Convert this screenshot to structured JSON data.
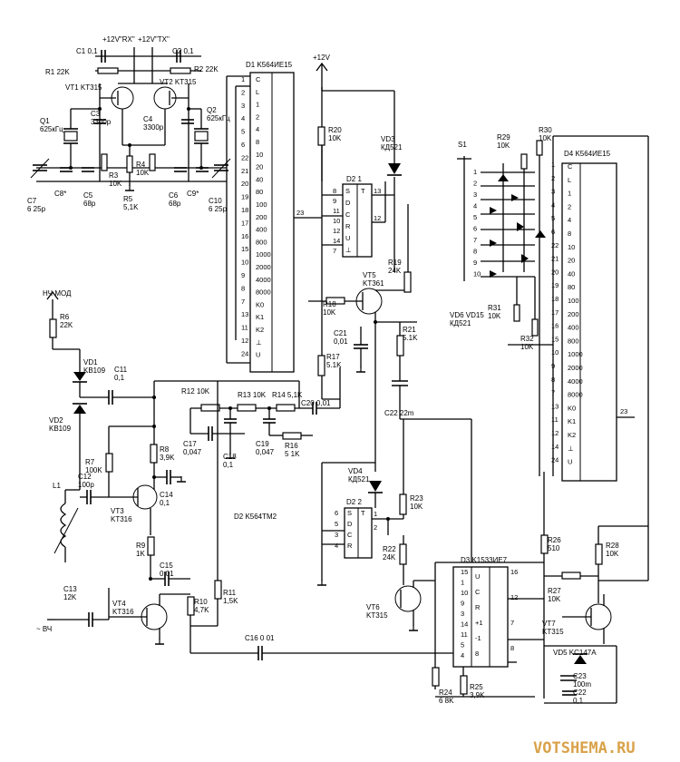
{
  "watermark": "VOTSHEMA.RU",
  "supplies": {
    "rx": "+12V\"RX\"",
    "tx": "+12V\"TX\"",
    "main": "+12V"
  },
  "ports": {
    "nch_mod": "НЧ МОД",
    "vch": "~ ВЧ"
  },
  "ics": {
    "d1": {
      "title": "D1 K564ИЕ15",
      "left_pins": [
        "1",
        "2",
        "3",
        "4",
        "5",
        "6",
        "22",
        "21",
        "20",
        "19",
        "18",
        "17",
        "16",
        "15",
        "10",
        "9",
        "8",
        "7",
        "13",
        "11",
        "12",
        "24"
      ],
      "right_labels": [
        "C",
        "L",
        "1",
        "2",
        "4",
        "8",
        "10",
        "20",
        "40",
        "80",
        "100",
        "200",
        "400",
        "800",
        "1000",
        "2000",
        "4000",
        "8000",
        "K0",
        "K1",
        "K2",
        "⊥",
        "U"
      ],
      "out_pin": "23"
    },
    "d4": {
      "title": "D4 K564ИЕ15",
      "left_pins": [
        "1",
        "2",
        "3",
        "4",
        "5",
        "6",
        "22",
        "21",
        "20",
        "19",
        "18",
        "17",
        "16",
        "15",
        "10",
        "9",
        "8",
        "7",
        "13",
        "11",
        "12",
        "14",
        "24"
      ],
      "right_labels": [
        "C",
        "L",
        "1",
        "2",
        "4",
        "8",
        "10",
        "20",
        "40",
        "80",
        "100",
        "200",
        "400",
        "800",
        "1000",
        "2000",
        "4000",
        "8000",
        "K0",
        "K1",
        "K2",
        "⊥",
        "U"
      ],
      "out_pin": "23"
    },
    "d21": {
      "title": "D2 1",
      "pins_left": [
        "8",
        "9",
        "11",
        "10",
        "12",
        "14",
        "7"
      ],
      "labels": [
        "S",
        "D",
        "C",
        "R",
        "U",
        "⊥"
      ],
      "pins_right": [
        "13",
        "12"
      ],
      "t": "T"
    },
    "d22": {
      "title": "D2 2",
      "pins_left": [
        "6",
        "5",
        "3",
        "4"
      ],
      "labels": [
        "S",
        "D",
        "C",
        "R"
      ],
      "pins_right": [
        "1",
        "2"
      ],
      "t": "T"
    },
    "d3": {
      "title": "D3 K1533ИЕ7",
      "left_pins": [
        "15",
        "1",
        "10",
        "9",
        "3",
        "14",
        "11",
        "5",
        "4"
      ],
      "right_labels": [
        "U",
        "C",
        "R",
        "+1",
        "-1",
        "8"
      ],
      "right_pins": [
        "16",
        "12",
        "7",
        "8"
      ]
    },
    "d2_caption": "D2  K564TM2"
  },
  "switch": {
    "name": "S1",
    "positions": [
      "1",
      "2",
      "3",
      "4",
      "5",
      "6",
      "7",
      "8",
      "9",
      "10"
    ]
  },
  "diode_array": "VD6  VD15\nКД521",
  "components": {
    "C1": "C1 0,1",
    "C2": "C2 0,1",
    "R1": "R1 22K",
    "R2": "R2 22K",
    "VT1": "VT1 KT315",
    "VT2": "VT2 KT315",
    "Q1": "Q1\n625кГц",
    "Q2": "Q2\n625кГц",
    "C3": "C3\n3300p",
    "C4": "C4\n3300p",
    "R3": "R3\n10K",
    "R4": "R4\n10K",
    "R5": "R5\n5,1K",
    "C7": "C7\n6  25p",
    "C8": "C8*",
    "C5": "C5\n68p",
    "C6": "C6\n68p",
    "C9": "C9*",
    "C10": "C10\n6  25p",
    "R20": "R20\n10K",
    "VD3": "VD3\nКД521",
    "R19": "R19\n24K",
    "VT5": "VT5\nKT361",
    "R18": "R18\n10K",
    "C21": "C21\n0,01",
    "R21": "R21\n5.1K",
    "R17": "R17\n5.1K",
    "C20": "C20 0,01",
    "C22": "C22  22m",
    "R6": "R6\n22K",
    "VD1": "VD1\nKB109",
    "VD2": "VD2\nKB109",
    "C11": "C11\n0,1",
    "R12": "R12 10K",
    "R13": "R13 10K",
    "R14": "R14  5,1K",
    "C17": "C17\n0,047",
    "C18": "C18\n0,1",
    "C19": "C19\n0,047",
    "R16": "R16\n5 1K",
    "R8": "R8\n3,9K",
    "R7": "R7\n100K",
    "C12": "C12\n100p",
    "C14": "C14\n0,1",
    "L1": "L1",
    "VT3": "VT3\nKT316",
    "R9": "R9\n1K",
    "C15": "C15\n0,01",
    "C13": "C13\n12K",
    "VT4": "VT4\nKT316",
    "R10": "R10\n4,7K",
    "R11": "R11\n1,5K",
    "C16": "C16  0 01",
    "VD4": "VD4\nКД521",
    "R23": "R23\n10K",
    "R22": "R22\n24K",
    "VT6": "VT6\nKT315",
    "R29": "R29\n10K",
    "R30": "R30\n10K",
    "R31": "R31\n10K",
    "R32": "R32\n10K",
    "R26": "R26\n510",
    "R28": "R28\n10K",
    "R27": "R27\n10K",
    "VT7": "VT7\nKT315",
    "VD5": "VD5 KC147A",
    "C23": "C23\n100m",
    "C22b": "C22\n0,1",
    "R24": "R24\n6 8K",
    "R25": "R25\n3,9K"
  }
}
